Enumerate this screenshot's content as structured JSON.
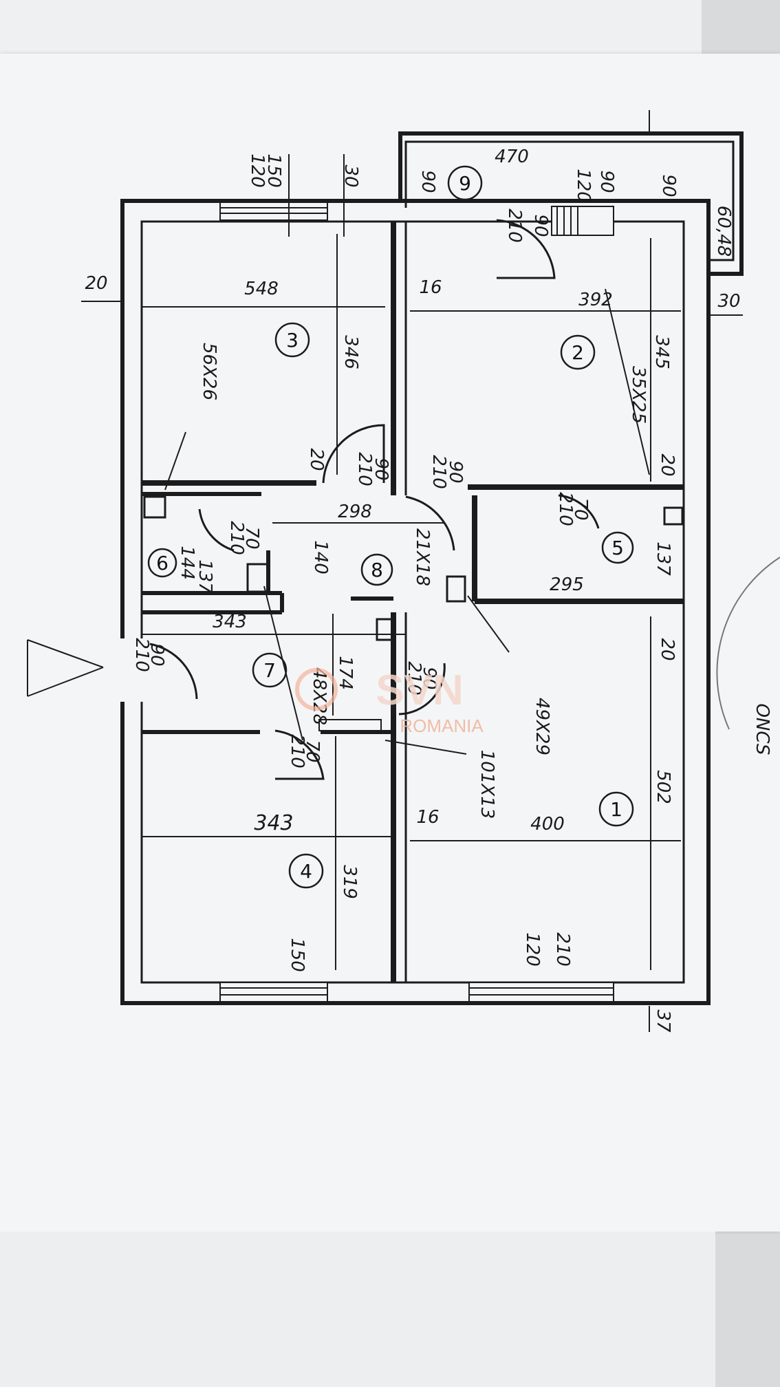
{
  "plan": {
    "rooms": [
      {
        "num": "1",
        "width": "400",
        "length": "502",
        "window_top": "210",
        "window_bottom": "120"
      },
      {
        "num": "2",
        "width": "392",
        "length": "345",
        "label": "35X25"
      },
      {
        "num": "3",
        "width": "548",
        "length": "346",
        "label": "56X26"
      },
      {
        "num": "4",
        "width": "343",
        "length": "319",
        "window": "150"
      },
      {
        "num": "5",
        "width": "295",
        "length": "137",
        "door_top": "70",
        "door_bottom": "210"
      },
      {
        "num": "6",
        "width": "144",
        "length": "137",
        "door_top": "70",
        "door_bottom": "210"
      },
      {
        "num": "7",
        "width": "343",
        "length": "174",
        "label": "48X28"
      },
      {
        "num": "8",
        "width": "298",
        "length": "140",
        "label": "21X18"
      },
      {
        "num": "9",
        "width": "470",
        "length": "90",
        "side": "90",
        "right": "60,48"
      }
    ],
    "dims": {
      "top_150": "150",
      "top_120": "120",
      "top_30": "30",
      "left_20": "20",
      "right_30": "30",
      "bottom_37": "37",
      "room2_16": "16",
      "room1_16": "16",
      "room2_20": "20",
      "room3_20": "20",
      "room1_20": "20",
      "balc_90a": "90",
      "balc_120": "120",
      "balc_90b": "90",
      "label_49x29": "49X29",
      "label_101x13": "101X13"
    },
    "doors": {
      "entry_top": "90",
      "entry_bottom": "210",
      "d3_top": "90",
      "d3_bottom": "210",
      "d2_top": "90",
      "d2_bottom": "210",
      "d9_top": "90",
      "d9_bottom": "210",
      "d1_top": "90",
      "d1_bottom": "210",
      "d4_top": "70",
      "d4_bottom": "210"
    }
  },
  "watermark": {
    "brand": "SVN",
    "sub": "ROMANIA"
  },
  "stamp": {
    "text": "ONCS"
  }
}
